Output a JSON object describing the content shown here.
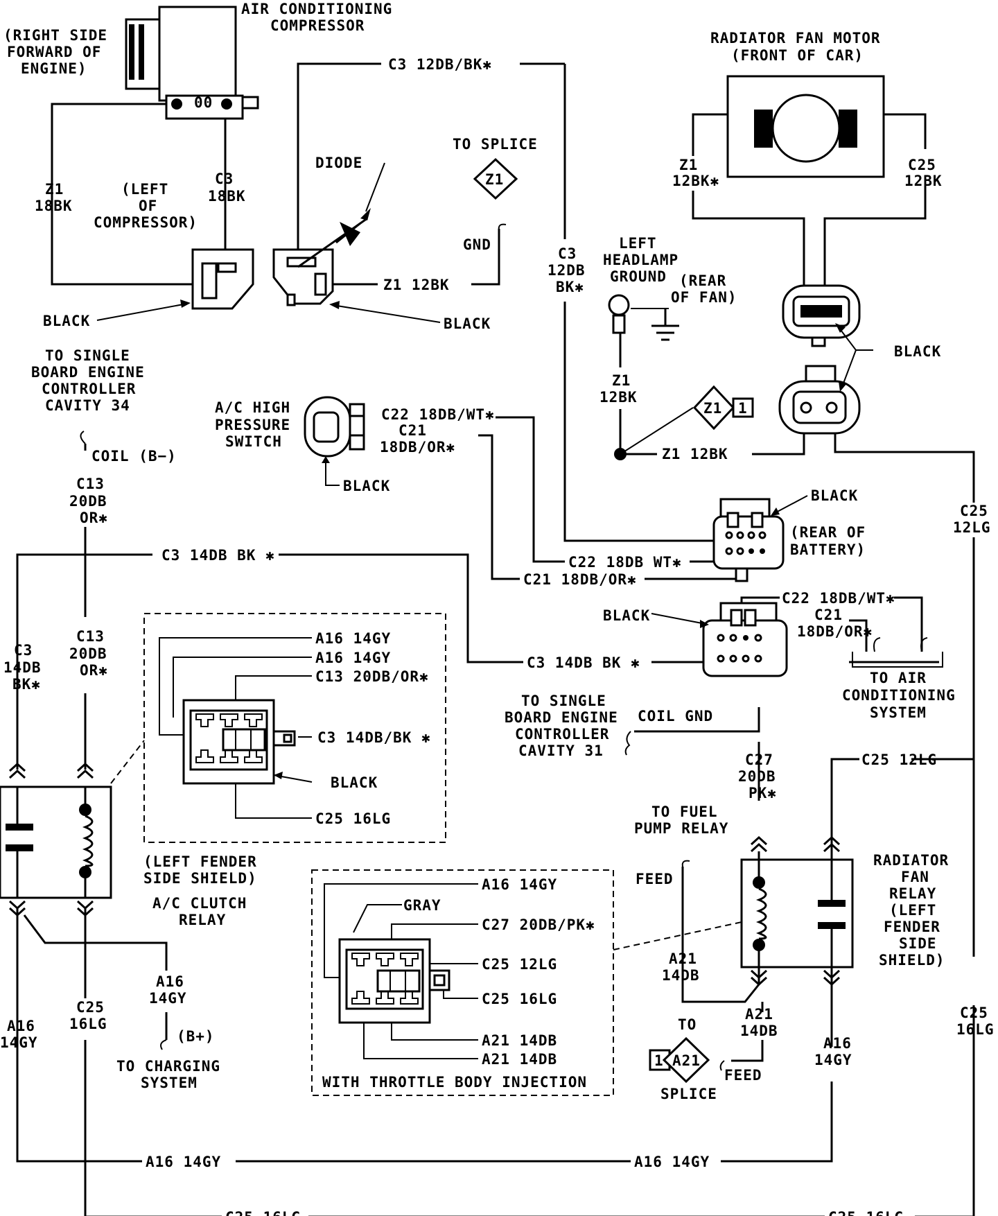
{
  "labels": {
    "ac_compressor": [
      "AIR CONDITIONING",
      "COMPRESSOR"
    ],
    "right_side": [
      "(RIGHT SIDE",
      "FORWARD OF",
      "ENGINE)"
    ],
    "left_of_compressor": [
      "(LEFT",
      "OF",
      "COMPRESSOR)"
    ],
    "radiator_fan_motor": [
      "RADIATOR FAN MOTOR",
      "(FRONT OF CAR)"
    ],
    "to_splice": "TO SPLICE",
    "z1_tag": "Z1",
    "diode": "DIODE",
    "gnd": "GND",
    "left_headlamp_ground": [
      "LEFT",
      "HEADLAMP",
      "GROUND"
    ],
    "rear_of_fan": [
      "(REAR",
      "OF FAN)"
    ],
    "to_sbec_34": [
      "TO SINGLE",
      "BOARD ENGINE",
      "CONTROLLER",
      "CAVITY 34"
    ],
    "coil_b_minus": "COIL (B−)",
    "ac_high_pressure_switch": [
      "A/C HIGH",
      "PRESSURE",
      "SWITCH"
    ],
    "rear_of_battery": [
      "(REAR OF",
      "BATTERY)"
    ],
    "to_ac_system": [
      "TO AIR",
      "CONDITIONING",
      "SYSTEM"
    ],
    "to_sbec_31": [
      "TO SINGLE",
      "BOARD ENGINE",
      "CONTROLLER",
      "CAVITY 31"
    ],
    "coil_gnd": "COIL GND",
    "to_fuel_pump_relay": [
      "TO FUEL",
      "PUMP RELAY"
    ],
    "feed": "FEED",
    "left_fender_side_shield": [
      "(LEFT FENDER",
      "SIDE SHIELD)"
    ],
    "ac_clutch_relay": [
      "A/C CLUTCH",
      "RELAY"
    ],
    "radiator_fan_relay": [
      "RADIATOR",
      "FAN",
      "RELAY",
      "(LEFT",
      "FENDER",
      "SIDE",
      "SHIELD)"
    ],
    "to_charging_system": [
      "TO CHARGING",
      "SYSTEM"
    ],
    "b_plus": "(B+)",
    "with_tbi": "WITH THROTTLE BODY INJECTION",
    "to": "TO",
    "splice": "SPLICE",
    "a21_tag": "A21",
    "one": "1",
    "black": "BLACK",
    "gray": "GRAY"
  },
  "wires": {
    "c3_12db_bk": "C3 12DB/BK✱",
    "c3_18bk": [
      "C3",
      "18BK"
    ],
    "z1_18bk": [
      "Z1",
      "18BK"
    ],
    "z1_12bk": "Z1 12BK",
    "c3_12db_bk_v": [
      "C3",
      "12DB",
      "BK✱"
    ],
    "z1_12bk_star": [
      "Z1",
      "12BK✱"
    ],
    "c25_12bk": [
      "C25",
      "12BK"
    ],
    "z1_12bk_v": [
      "Z1",
      "12BK"
    ],
    "c22_18db_wt": "C22 18DB/WT✱",
    "c21_18db_or": [
      "C21",
      "18DB/OR✱"
    ],
    "c25_12lg_v": [
      "C25",
      "12LG"
    ],
    "c13_20db_or": [
      "C13",
      "20DB",
      "OR✱"
    ],
    "c3_14db_bk": "C3 14DB BK ✱",
    "c22_18db_wt_2": "C22 18DB WT✱",
    "c21_18db_or_2": "C21 18DB/OR✱",
    "c3_14db_bk_v": [
      "C3",
      "14DB",
      "BK✱"
    ],
    "c21_18db_or_3": [
      "C21",
      "18DB/OR✱"
    ],
    "a16_14gy": "A16 14GY",
    "c13_20db_or_h": "C13 20DB/OR✱",
    "c3_14db_bk_slash": "C3 14DB/BK ✱",
    "c25_16lg": "C25 16LG",
    "c27_20db_pk": [
      "C27",
      "20DB",
      "PK✱"
    ],
    "c25_12lg": "C25 12LG",
    "c27_20db_pk_h": "C27 20DB/PK✱",
    "a21_14db": "A21 14DB",
    "a21_14db_v": [
      "A21",
      "14DB"
    ],
    "a16_14gy_v": [
      "A16",
      "14GY"
    ],
    "c25_16lg_v": [
      "C25",
      "16LG"
    ]
  }
}
